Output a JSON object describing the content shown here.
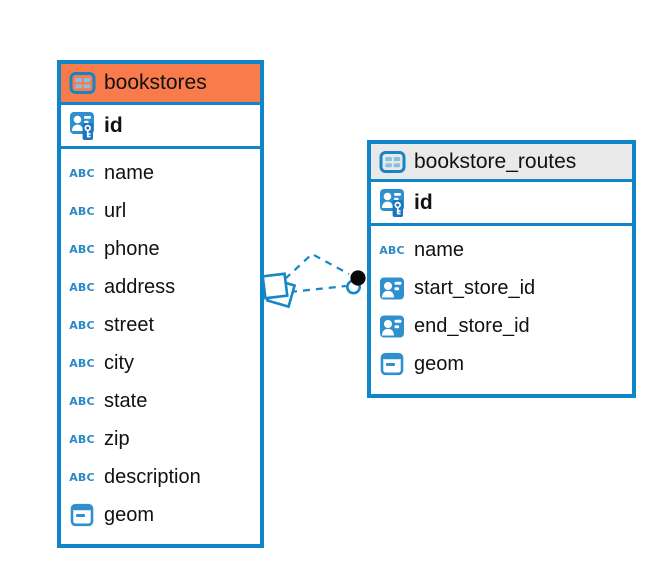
{
  "diagram": {
    "background": "#ffffff"
  },
  "colors": {
    "table_border": "#0e86c7",
    "icon_blue": "#2e90cf",
    "bookstores_header_bg": "#f97b4b",
    "routes_header_bg": "#e9e9e9",
    "connector_line": "#1587c9",
    "text": "#111111"
  },
  "icons": {
    "text_glyph": "ABC"
  },
  "tables": [
    {
      "title": "bookstores",
      "header_bg": "#f97b4b",
      "pk": {
        "label": "id",
        "icon": "pk"
      },
      "columns": [
        {
          "label": "name",
          "icon": "text"
        },
        {
          "label": "url",
          "icon": "text"
        },
        {
          "label": "phone",
          "icon": "text"
        },
        {
          "label": "address",
          "icon": "text"
        },
        {
          "label": "street",
          "icon": "text"
        },
        {
          "label": "city",
          "icon": "text"
        },
        {
          "label": "state",
          "icon": "text"
        },
        {
          "label": "zip",
          "icon": "text"
        },
        {
          "label": "description",
          "icon": "text"
        },
        {
          "label": "geom",
          "icon": "geometry"
        }
      ]
    },
    {
      "title": "bookstore_routes",
      "header_bg": "#e9e9e9",
      "pk": {
        "label": "id",
        "icon": "pk"
      },
      "columns": [
        {
          "label": "name",
          "icon": "text"
        },
        {
          "label": "start_store_id",
          "icon": "fk"
        },
        {
          "label": "end_store_id",
          "icon": "fk"
        },
        {
          "label": "geom",
          "icon": "geometry"
        }
      ]
    }
  ],
  "relationship": {
    "from_table": "bookstore_routes",
    "to_table": "bookstores",
    "line_style": "dashed",
    "line_count": 2,
    "many_end_marker": "diamond",
    "one_end_marker": "dot"
  }
}
